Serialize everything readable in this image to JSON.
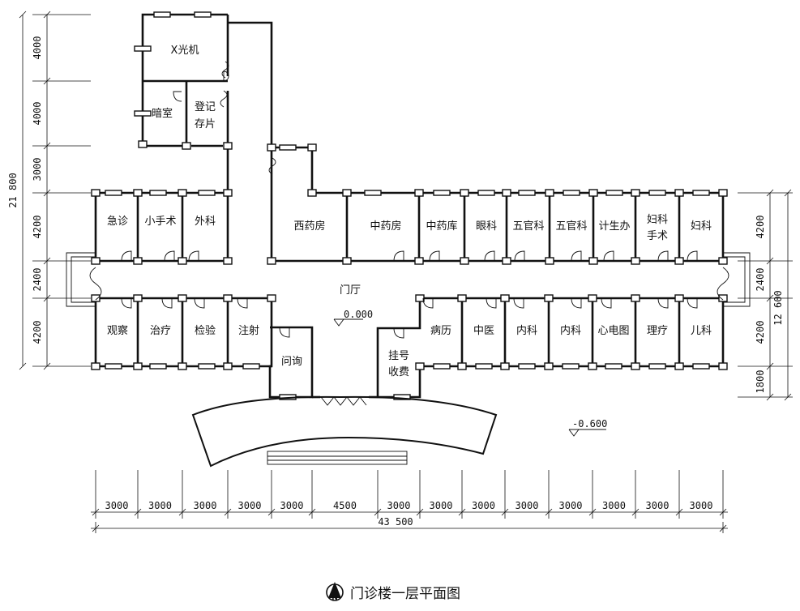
{
  "title": "门诊楼一层平面图",
  "north_mark": "N",
  "rooms": {
    "xray": "X光机",
    "darkroom": "暗室",
    "register1": "登记",
    "register2": "存片",
    "emergency": "急诊",
    "minor_surgery": "小手术",
    "surgery": "外科",
    "western_pharmacy": "西药房",
    "chinese_pharmacy": "中药房",
    "chinese_store": "中药库",
    "ophthalmology": "眼科",
    "ent1": "五官科",
    "ent2": "五官科",
    "family_planning": "计生办",
    "gyn_surgery1": "妇科",
    "gyn_surgery2": "手术",
    "gynecology": "妇科",
    "hall": "门厅",
    "observation": "观察",
    "treatment": "治疗",
    "laboratory": "检验",
    "injection": "注射",
    "inquiry": "问询",
    "cashier1": "挂号",
    "cashier2": "收费",
    "records": "病历",
    "tcm": "中医",
    "internal1": "内科",
    "internal2": "内科",
    "ecg": "心电图",
    "physio": "理疗",
    "pediatrics": "儿科"
  },
  "elevations": {
    "hall": "0.000",
    "outside": "-0.600"
  },
  "dims": {
    "left_total": "21 800",
    "left_segments": [
      "4000",
      "4000",
      "3000",
      "4200",
      "2400",
      "4200"
    ],
    "right_total": "12 600",
    "right_segments": [
      "4200",
      "2400",
      "4200",
      "1800"
    ],
    "bottom_total": "43 500",
    "bottom_segments": [
      "3000",
      "3000",
      "3000",
      "3000",
      "3000",
      "4500",
      "3000",
      "3000",
      "3000",
      "3000",
      "3000",
      "3000",
      "3000",
      "3000"
    ]
  }
}
